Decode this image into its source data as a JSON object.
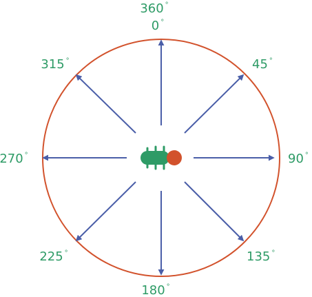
{
  "colors": {
    "circle": "#d2522c",
    "arrow": "#4a5ea8",
    "label": "#2e9b66",
    "bug_body": "#2e9b66",
    "bug_head": "#d2522c"
  },
  "labels": {
    "top_360": "360",
    "top_0": "0",
    "a45": "45",
    "a90": "90",
    "a135": "135",
    "a180": "180",
    "a225": "225",
    "a270": "270",
    "a315": "315",
    "degree_mark": "°"
  },
  "icons": {
    "center": "bug-icon"
  }
}
